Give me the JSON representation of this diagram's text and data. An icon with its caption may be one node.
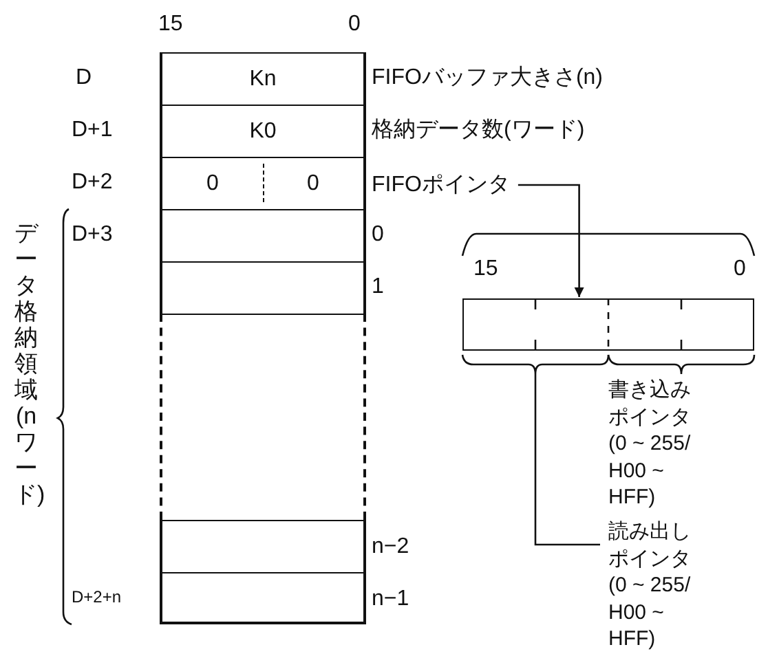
{
  "diagram": {
    "nodes": [
      {
        "text": [
          "Kn"
        ]
      },
      {
        "text": [
          "K0"
        ]
      },
      {
        "text": [
          "0",
          "0"
        ]
      },
      {
        "text": [],
        "shape": "box"
      },
      {
        "text": [],
        "shape": "box"
      },
      {
        "text": [],
        "shape": "box"
      },
      {
        "text": [],
        "shape": "box"
      },
      {
        "text": [],
        "shape": "box"
      },
      {
        "text": [
          "FIFOポインタ"
        ]
      },
      {
        "text": [],
        "shape": "box"
      },
      {
        "text": [
          "読み出しポインタ(0 ~ 255/ H00 ~ HFF)"
        ]
      }
    ],
    "edges": [
      {
        "from": 8,
        "to": 9,
        "arrow": "to"
      },
      {
        "from": 9,
        "to": 10,
        "arrow": "none"
      }
    ],
    "labels": [
      "15",
      "0",
      "D",
      "FIFOバッファ大きさ(n)",
      "D+1",
      "格納データ数(ワード)",
      "D+2",
      "D+3",
      "0",
      "データ格納領域(nワード)",
      "15",
      "0",
      "1",
      "書き込みポインタ(0 ~ 255/ H00 ~ HFF)",
      "n−2",
      "D+2+n",
      "n−1"
    ]
  }
}
